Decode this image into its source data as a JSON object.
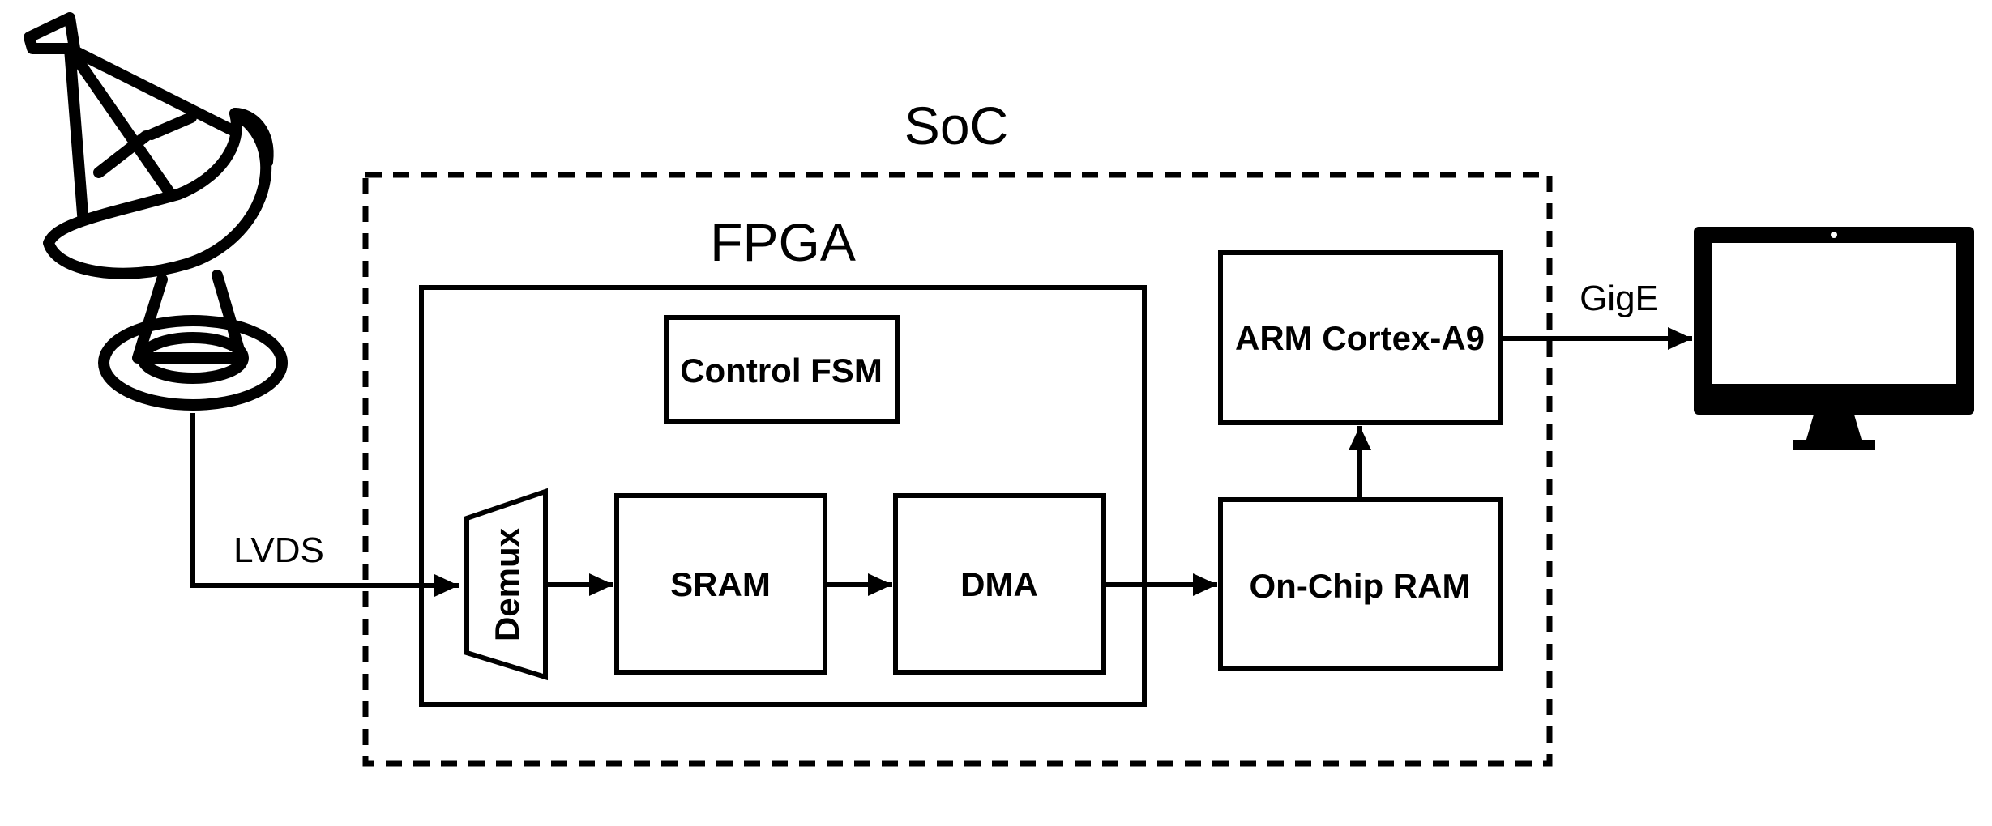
{
  "diagram": {
    "containers": {
      "soc": "SoC",
      "fpga": "FPGA"
    },
    "blocks": {
      "control_fsm": "Control FSM",
      "demux": "Demux",
      "sram": "SRAM",
      "dma": "DMA",
      "arm": "ARM Cortex-A9",
      "onchip_ram": "On-Chip RAM"
    },
    "links": {
      "lvds": "LVDS",
      "gige": "GigE"
    },
    "icons": {
      "source": "satellite-dish-icon",
      "sink": "monitor-icon"
    },
    "colors": {
      "stroke": "#000000",
      "background": "#ffffff"
    }
  }
}
